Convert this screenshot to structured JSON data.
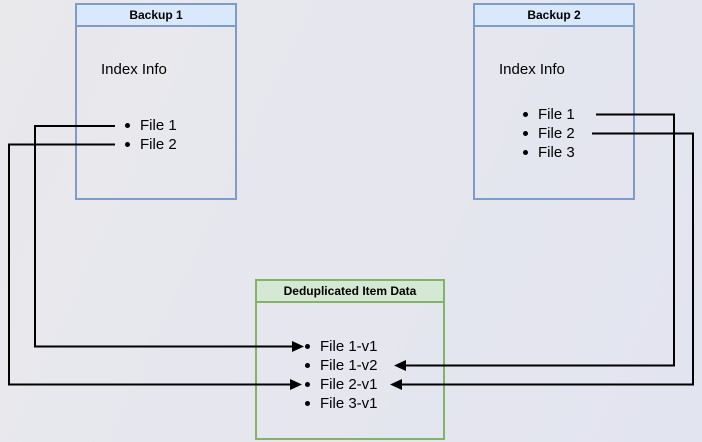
{
  "diagram": {
    "boxes": [
      {
        "id": "backup1",
        "title": "Backup 1",
        "label": "Index Info",
        "items": [
          "File 1",
          "File 2"
        ]
      },
      {
        "id": "backup2",
        "title": "Backup 2",
        "label": "Index Info",
        "items": [
          "File 1",
          "File 2",
          "File 3"
        ]
      },
      {
        "id": "dedup",
        "title": "Deduplicated Item Data",
        "items": [
          "File 1-v1",
          "File 1-v2",
          "File 2-v1",
          "File 3-v1"
        ]
      }
    ],
    "connections": [
      {
        "from": "Backup 1 / File 1",
        "to": "Deduplicated Item Data / File 1-v1"
      },
      {
        "from": "Backup 1 / File 2",
        "to": "Deduplicated Item Data / File 2-v1"
      },
      {
        "from": "Backup 2 / File 1",
        "to": "Deduplicated Item Data / File 1-v2"
      },
      {
        "from": "Backup 2 / File 2",
        "to": "Deduplicated Item Data / File 2-v1"
      }
    ],
    "colors": {
      "blue_fill": "#dae8fc",
      "blue_border": "#7e9cc7",
      "green_fill": "#d5e8d4",
      "green_border": "#82b366",
      "line_color": "#000000",
      "text_color": "#000000"
    }
  }
}
